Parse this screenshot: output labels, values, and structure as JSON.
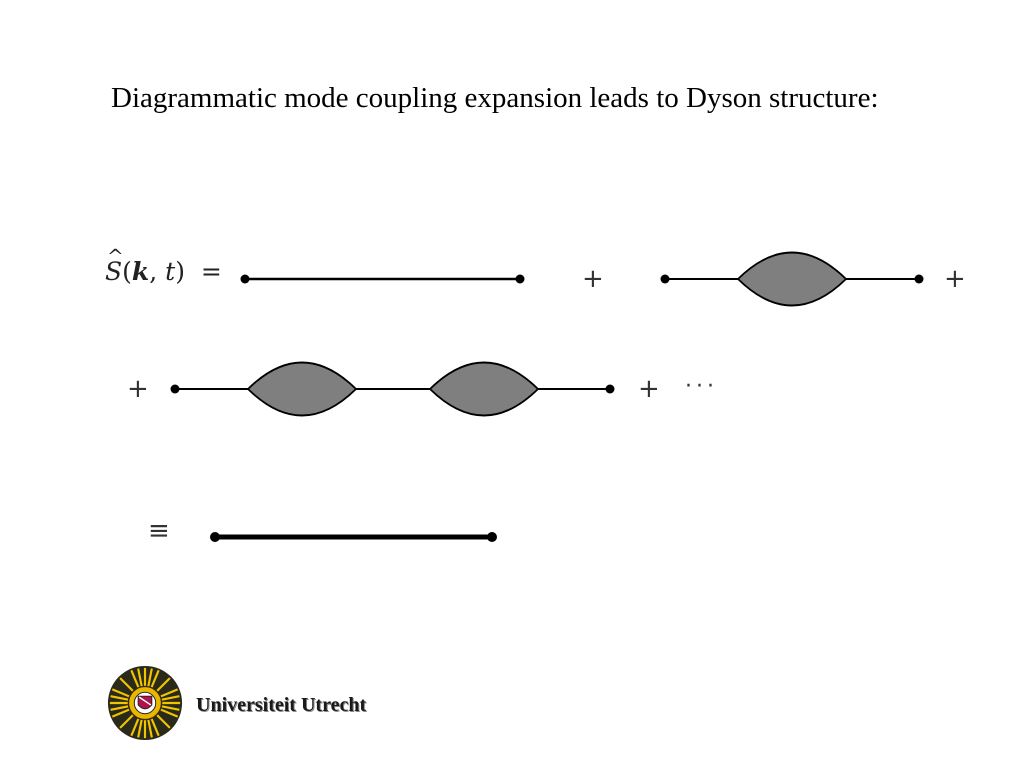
{
  "slide": {
    "text": "Diagrammatic mode coupling expansion leads to Dyson structure:"
  },
  "equation": {
    "lhs_symbol": "S",
    "lhs_hat": "^",
    "lhs_open": "(",
    "lhs_k": "k",
    "lhs_comma": ", ",
    "lhs_t": "t",
    "lhs_close": ")",
    "equals": "=",
    "plus": "+",
    "ellipsis": "···",
    "equiv": "≡"
  },
  "footer": {
    "university": "Universiteit Utrecht"
  },
  "colors": {
    "bubble_fill": "#7f7f7f",
    "line": "#000000"
  },
  "icons": [
    "university-seal-logo"
  ]
}
